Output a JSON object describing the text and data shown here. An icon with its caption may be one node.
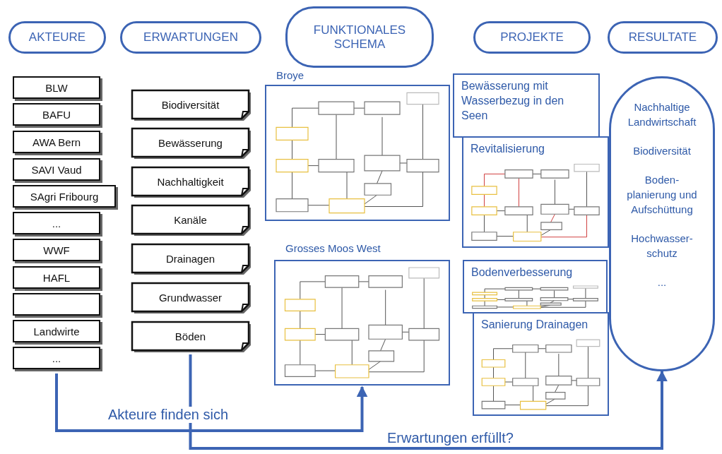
{
  "diagram": {
    "nodes": [
      {
        "text": [
          "AKTEURE"
        ]
      },
      {
        "text": [
          "ERWARTUNGEN"
        ]
      },
      {
        "text": [
          "FUNKTIONALES SCHEMA"
        ]
      },
      {
        "text": [
          "PROJEKTE"
        ]
      },
      {
        "text": [
          "RESULTATE"
        ]
      },
      {
        "text": [
          "BLW"
        ]
      },
      {
        "text": [
          "BAFU"
        ]
      },
      {
        "text": [
          "AWA Bern"
        ]
      },
      {
        "text": [
          "SAVI Vaud"
        ]
      },
      {
        "text": [
          "SAgri Fribourg"
        ]
      },
      {
        "text": [
          "..."
        ]
      },
      {
        "text": [
          "WWF"
        ]
      },
      {
        "text": [
          "HAFL"
        ]
      },
      {
        "text": [],
        "shape": "box"
      },
      {
        "text": [
          "Landwirte"
        ]
      },
      {
        "text": [
          "..."
        ]
      },
      {
        "text": [
          "Biodiversität"
        ]
      },
      {
        "text": [
          "Bewässerung"
        ]
      },
      {
        "text": [
          "Nachhaltigkeit"
        ]
      },
      {
        "text": [
          "Kanäle"
        ]
      },
      {
        "text": [
          "Drainagen"
        ]
      },
      {
        "text": [
          "Grundwasser"
        ]
      },
      {
        "text": [
          "Böden"
        ]
      },
      {
        "text": [
          "Broye"
        ]
      },
      {
        "text": [
          "Grosses Moos West"
        ]
      },
      {
        "text": [
          "Bewässerung mit Wasserbezug in den Seen"
        ]
      },
      {
        "text": [
          "Revitalisierung"
        ]
      },
      {
        "text": [
          "Bodenverbesserung"
        ]
      },
      {
        "text": [
          "Sanierung Drainagen"
        ]
      },
      {
        "text": [
          "Nachhaltige Landwirtschaft",
          "Biodiversität",
          "Boden- planierung und Aufschüttung",
          "Hochwasser- schutz",
          "..."
        ]
      }
    ],
    "edges": [
      {
        "from": 15,
        "to": 24,
        "arrow": "to",
        "label": "Akteure finden sich"
      },
      {
        "from": 22,
        "to": 29,
        "arrow": "to",
        "label": "Erwartungen erfüllt?"
      }
    ]
  }
}
